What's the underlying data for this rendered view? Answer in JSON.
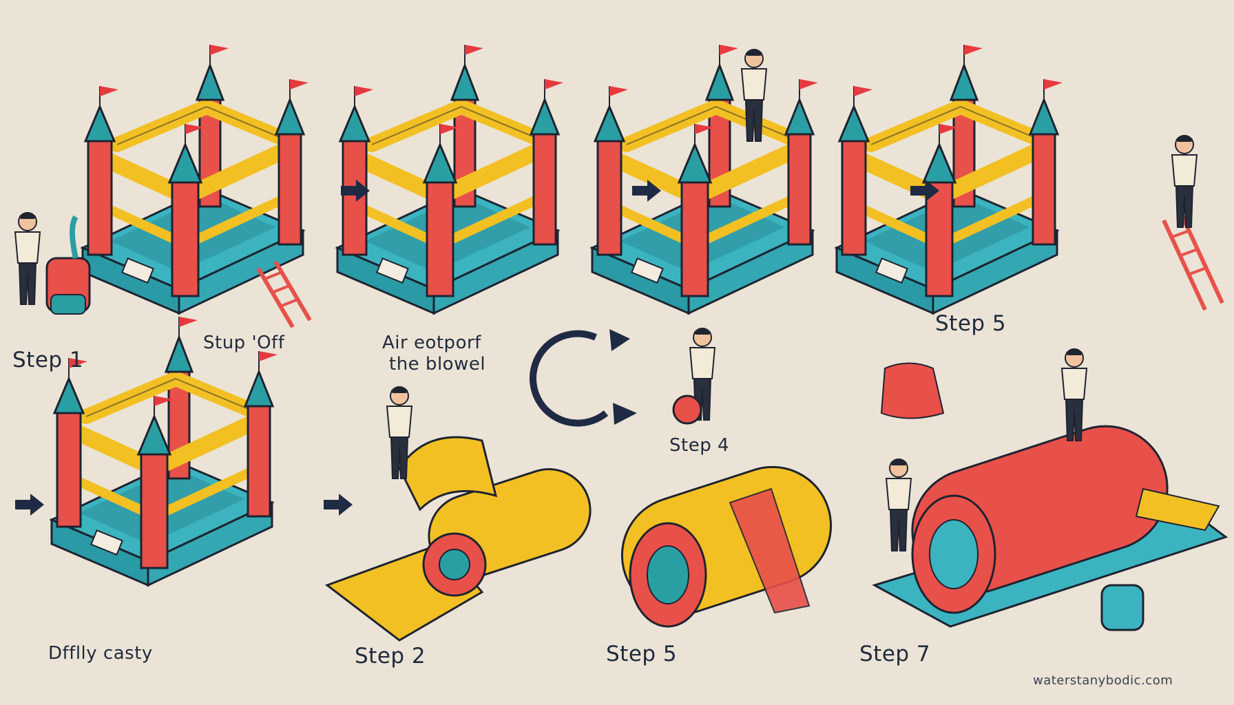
{
  "labels": {
    "step1": "Step 1",
    "stup_off": "Stup 'Off",
    "air_line1": "Air eotporf",
    "air_line2": "the blowel",
    "step5_top": "Step 5",
    "step4": "Step 4",
    "deflate": "Dfflly casty",
    "step2": "Step 2",
    "step5_bottom": "Step 5",
    "step7": "Step 7",
    "watermark": "waterstanybodic.com"
  },
  "colors": {
    "background": "#ebe3d6",
    "tower_red": "#e8504a",
    "cone_teal": "#2a9fa3",
    "frame_yellow": "#f3c023",
    "base_teal": "#3bb4c0",
    "flag_red": "#e53a3f",
    "arrow_navy": "#1f2a44",
    "outline": "#1e2330"
  },
  "icons": [
    "arrow-right-icon",
    "cycle-arrows-icon",
    "castle-icon",
    "person-icon",
    "blower-icon",
    "ladder-icon",
    "rolled-castle-icon",
    "storage-bag-icon"
  ]
}
